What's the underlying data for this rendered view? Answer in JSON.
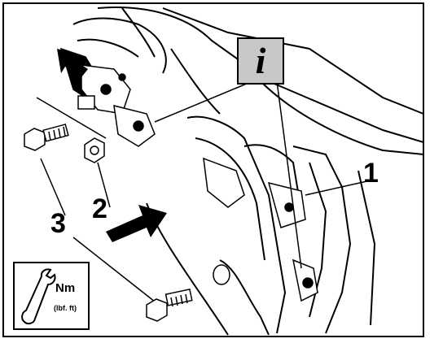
{
  "callouts": {
    "one": "1",
    "two": "2",
    "three": "3"
  },
  "info_badge": {
    "glyph": "i",
    "icon": "info-icon",
    "background": "#c8c8c8"
  },
  "torque_badge": {
    "unit_primary": "Nm",
    "unit_secondary": "(lbf. ft)",
    "icon": "wrench-icon"
  },
  "colors": {
    "ink": "#000000",
    "paper": "#ffffff"
  }
}
